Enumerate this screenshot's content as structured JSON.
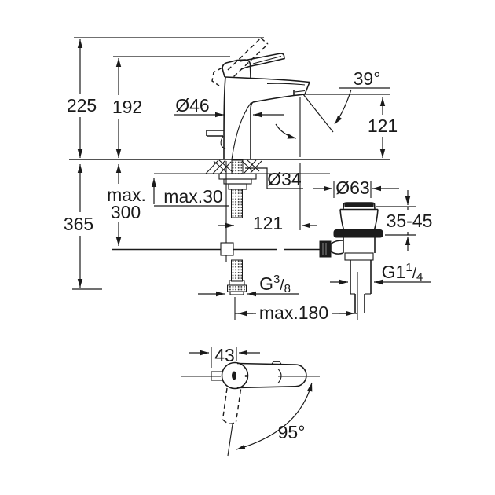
{
  "colors": {
    "ink": "#1a1a1a",
    "paper": "#ffffff"
  },
  "dims": {
    "overall_height": "225",
    "lever_height": "192",
    "under_counter_depth": "365",
    "max300_line1": "max.",
    "max300_line2": "300",
    "deck_thickness": "max.30",
    "body_diameter": "Ø46",
    "shank_diameter": "Ø34",
    "spout_angle": "39°",
    "spout_outlet_height": "121",
    "waste_flange_diameter": "Ø63",
    "clamping_range": "35-45",
    "spout_reach": "121",
    "hose_thread": {
      "prefix": "G",
      "sup": "3",
      "slash": "/",
      "sub": "8"
    },
    "waste_thread": {
      "prefix": "G1",
      "sup": "1",
      "slash": "/",
      "sub": "4"
    },
    "max_depth_to_waste": "max.180",
    "top_view_width": "43",
    "swivel_angle": "95°"
  }
}
